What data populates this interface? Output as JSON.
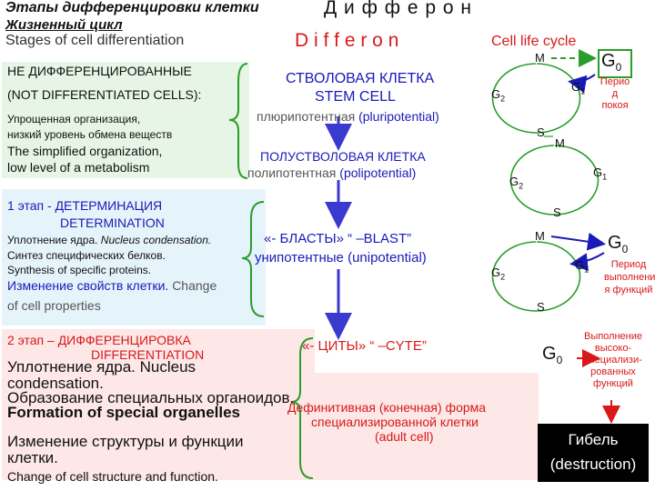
{
  "header": {
    "title_ru": "Этапы дифференцировки клетки",
    "differon_ru": "Д и ф ф е р о н",
    "lifecycle_ru": "Жизненный цикл",
    "title_en": "Stages of cell differentiation",
    "differon_en": "D i f f e r o n",
    "lifecycle_en": "Cell life cycle"
  },
  "undifferentiated": {
    "heading_ru": "НЕ ДИФФЕРЕНЦИРОВАННЫЕ",
    "heading_en": "(NOT DIFFERENTIATED CELLS):",
    "desc_ru_1": "Упрощенная организация,",
    "desc_ru_2": "низкий уровень обмена веществ",
    "desc_en_1": "The simplified organization,",
    "desc_en_2": "low level of a metabolism"
  },
  "stem": {
    "label_ru": "СТВОЛОВАЯ КЛЕТКА",
    "label_en": "STEM CELL",
    "potency_ru": "плюрипотентная",
    "potency_en": "(pluripotential)"
  },
  "semistem": {
    "label_ru": "ПОЛУСТВОЛОВАЯ КЛЕТКА",
    "potency_ru": "полипотентная",
    "potency_en": "(polipotential)"
  },
  "stage1": {
    "title_ru": "1 этап  - ДЕТЕРМИНАЦИЯ",
    "title_en": "DETERMINATION",
    "line1_ru": "Уплотнение ядра.",
    "line1_en": "Nucleus condensation.",
    "line2": "Синтез специфических белков.",
    "line3": "Synthesis of specific proteins.",
    "line4_ru": "Изменение свойств клетки.",
    "line4_en": "Change",
    "line5": "of cell properties"
  },
  "blast": {
    "label": "«- БЛАСТЫ» “ –BLAST”",
    "potency_ru": "унипотентные",
    "potency_en": "(unipotential)"
  },
  "stage2": {
    "title_ru": "2 этап – ДИФФЕРЕНЦИРОВКА",
    "title_en": "DIFFERENTIATION",
    "line1": "Уплотнение ядра. Nucleus",
    "line2": "condensation.",
    "line3": "Образование специальных органоидов.",
    "line4": "Formation of special organelles",
    "line5": "Изменение структуры и функции",
    "line6": "клетки.",
    "line7": "Change of cell structure and function."
  },
  "cyte": {
    "label": "«- ЦИТЫ» “ –CYTE”"
  },
  "definitive": {
    "line1": "Дефинитивная (конечная) форма",
    "line2": "специализированной клетки",
    "line3": "(adult cell)"
  },
  "cycle1": {
    "m": "M",
    "g1": "G",
    "g1_sub": "1",
    "g2": "G",
    "g2_sub": "2",
    "s": "S",
    "g0": "G",
    "g0_sub": "0",
    "rest_1": "Перио",
    "rest_2": "д",
    "rest_3": "покоя"
  },
  "cycle2": {
    "m": "M",
    "g1": "G",
    "g1_sub": "1",
    "g2": "G",
    "g2_sub": "2",
    "s": "S"
  },
  "cycle3": {
    "m": "M",
    "g1": "G",
    "g1_sub": "1",
    "g2": "G",
    "g2_sub": "2",
    "s": "S",
    "g0": "G",
    "g0_sub": "0",
    "func_1": "Период",
    "func_2": "выполнени",
    "func_3": "я функций"
  },
  "final": {
    "g0": "G",
    "g0_sub": "0",
    "spec_1": "Выполнение",
    "spec_2": "высоко-",
    "spec_3": "специализи-",
    "spec_4": "рованных",
    "spec_5": "функций",
    "death_ru": "Гибель",
    "death_en": "(destruction)"
  },
  "colors": {
    "red": "#d81919",
    "blue": "#1a1ab8",
    "green": "#2a9d2a",
    "arrow": "#3a3ad0"
  }
}
